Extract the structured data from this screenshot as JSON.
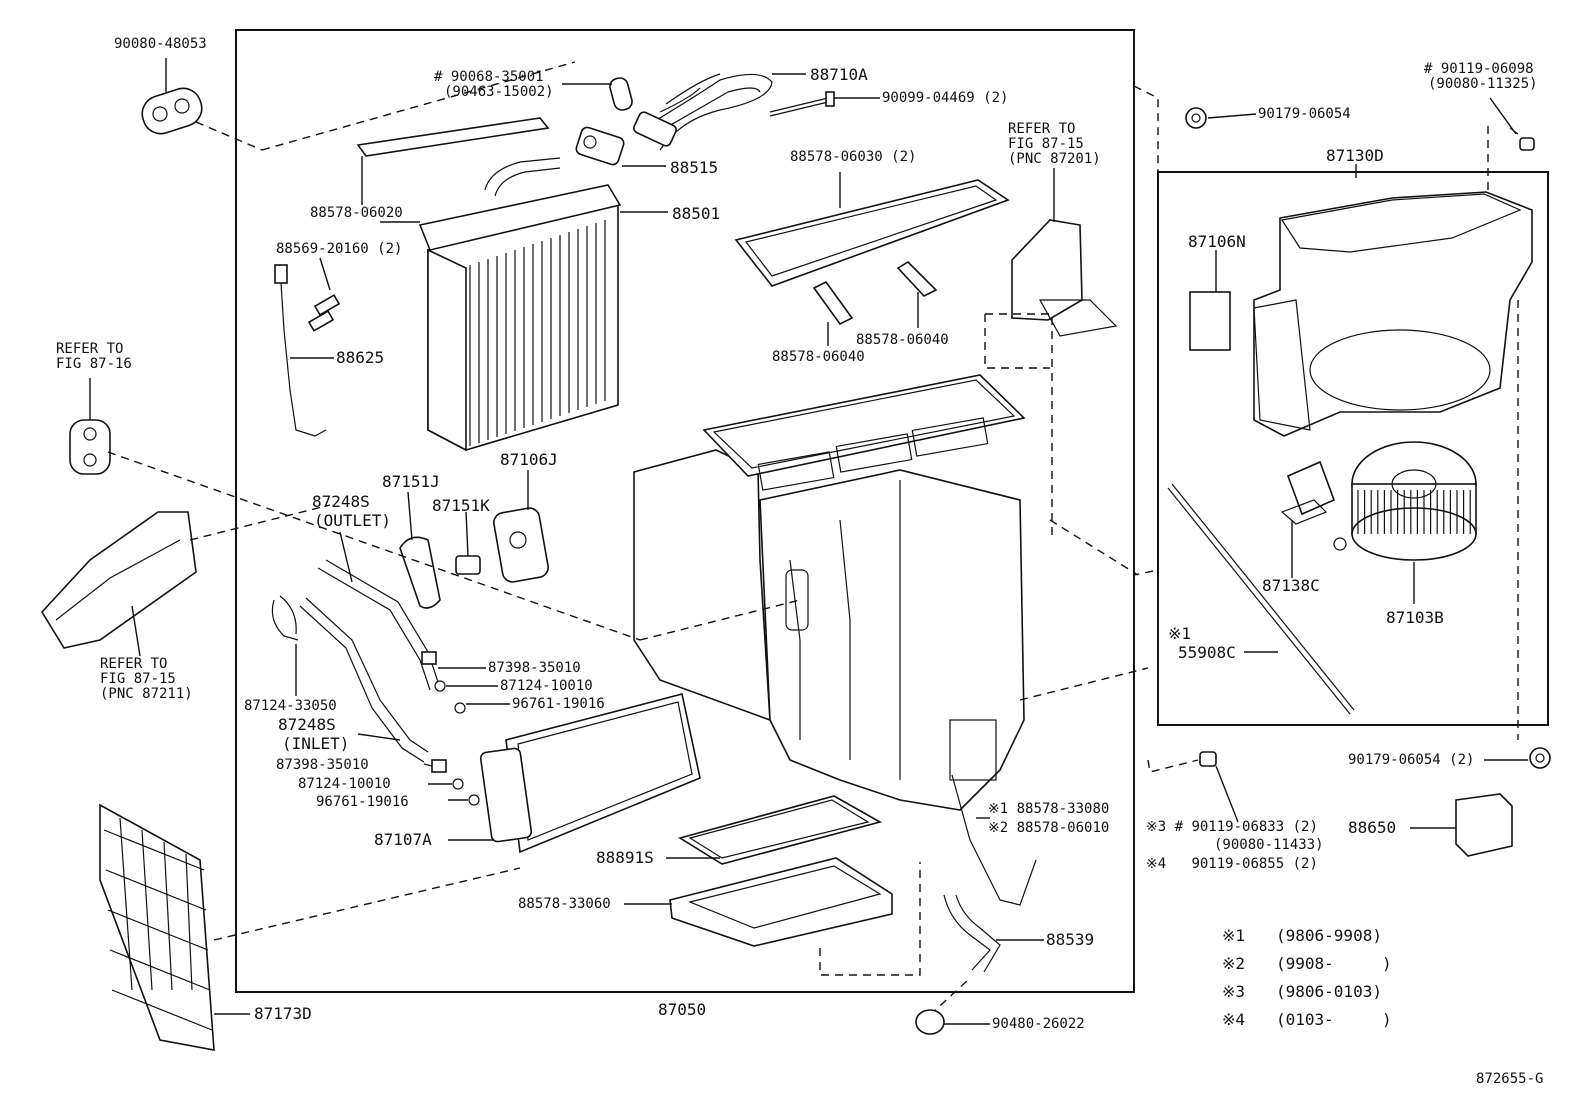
{
  "diagram_id": "872655-G",
  "main_assembly": "87050",
  "parts": {
    "p90080_48053": "90080-48053",
    "p90068": "# 90068-35001",
    "p90463": "(90463-15002)",
    "p88710a": "88710A",
    "p90099": "90099-04469 (2)",
    "p88515": "88515",
    "p88578_06020": "88578-06020",
    "p88501": "88501",
    "p88569": "88569-20160 (2)",
    "p88625": "88625",
    "p88578_06030": "88578-06030 (2)",
    "p88578_06040a": "88578-06040",
    "p88578_06040b": "88578-06040",
    "ref_8715_top_1": "REFER TO",
    "ref_8715_top_2": "FIG 87-15",
    "ref_8715_top_3": "(PNC 87201)",
    "ref_8716_1": "REFER TO",
    "ref_8716_2": "FIG 87-16",
    "ref_8715_left_1": "REFER TO",
    "ref_8715_left_2": "FIG 87-15",
    "ref_8715_left_3": "(PNC 87211)",
    "p87151j": "87151J",
    "p87106j": "87106J",
    "p87248s_out_1": "87248S",
    "p87248s_out_2": "(OUTLET)",
    "p87151k": "87151K",
    "p87398_a": "87398-35010",
    "p87124_10010_a": "87124-10010",
    "p96761_a": "96761-19016",
    "p87124_33050": "87124-33050",
    "p87248s_in_1": "87248S",
    "p87248s_in_2": "(INLET)",
    "p87398_b": "87398-35010",
    "p87124_10010_b": "87124-10010",
    "p96761_b": "96761-19016",
    "p87107a": "87107A",
    "p88891s": "88891S",
    "p88578_33060": "88578-33060",
    "p88578_33080": "※1 88578-33080",
    "p88578_06010": "※2 88578-06010",
    "p88539": "88539",
    "p90480": "90480-26022",
    "p87173d": "87173D",
    "p90179_06054": "90179-06054",
    "p90119_06098": "# 90119-06098",
    "p90080_11325": "(90080-11325)",
    "p87130d": "87130D",
    "p87106n": "87106N",
    "p87138c": "87138C",
    "p87103b": "87103B",
    "p55908c_1": "※1",
    "p55908c_2": "55908C",
    "p90179_06054_2": "90179-06054 (2)",
    "p90119_06833": "※3 # 90119-06833 (2)",
    "p90080_11433": "(90080-11433)",
    "p90119_06855": "※4   90119-06855 (2)",
    "p88650": "88650"
  },
  "legend": [
    {
      "mark": "※1",
      "range": "(9806-9908)"
    },
    {
      "mark": "※2",
      "range": "(9908-     )"
    },
    {
      "mark": "※3",
      "range": "(9806-0103)"
    },
    {
      "mark": "※4",
      "range": "(0103-     )"
    }
  ]
}
